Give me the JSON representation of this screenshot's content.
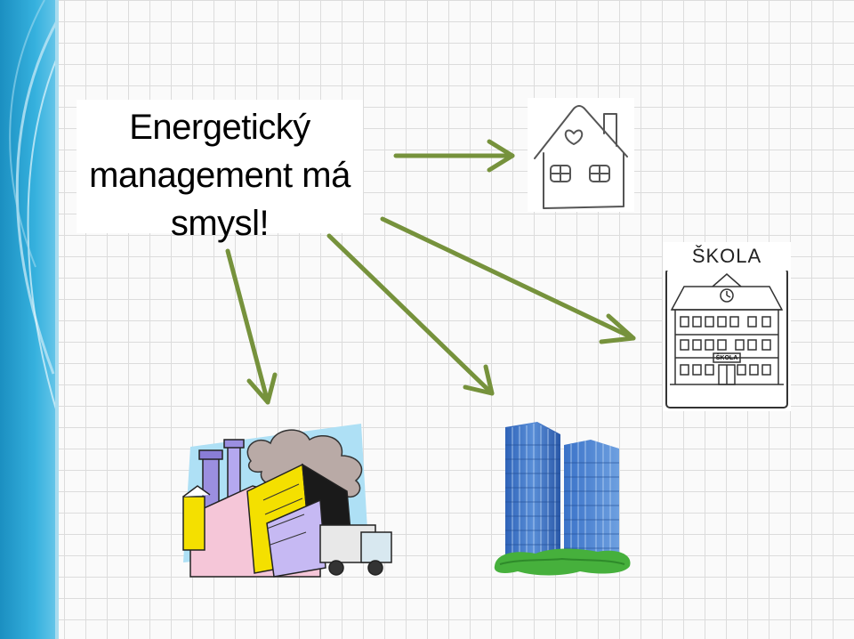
{
  "slide": {
    "title": "Energetický management má smysl!"
  },
  "school_sign": {
    "label": "ŠKOLA",
    "door_sign": "ŠKOLA"
  },
  "colors": {
    "arrow": "#76923c",
    "side_band": "#2aa6d4",
    "grid": "#dcdcdc"
  },
  "icons": [
    "house-icon",
    "school-icon",
    "factory-icon",
    "office-buildings-icon",
    "arrow-icon"
  ]
}
